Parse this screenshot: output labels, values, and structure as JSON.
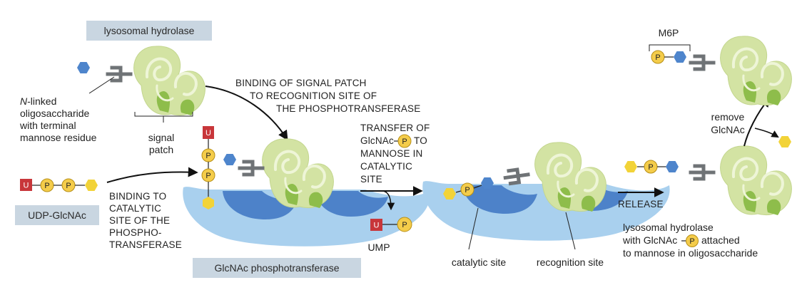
{
  "labels": {
    "hydrolase_box": "lysosomal hydrolase",
    "n_linked_prefix": "N",
    "n_linked_line1_rest": "-linked",
    "n_linked_line2": "oligosaccharide",
    "n_linked_line3": "with terminal",
    "n_linked_line4": "mannose residue",
    "signal_patch_line1": "signal",
    "signal_patch_line2": "patch",
    "udp_glcnac_box": "UDP-GlcNAc",
    "binding_catalytic_line1": "BINDING TO",
    "binding_catalytic_line2": "CATALYTIC",
    "binding_catalytic_line3": "SITE OF THE",
    "binding_catalytic_line4": "PHOSPHO-",
    "binding_catalytic_line5": "TRANSFERASE",
    "phosphotransferase_box": "GlcNAc phosphotransferase",
    "binding_signal_line1": "BINDING OF SIGNAL PATCH",
    "binding_signal_line2": "TO RECOGNITION SITE OF",
    "binding_signal_line3": "THE PHOSPHOTRANSFERASE",
    "transfer_line1": "TRANSFER OF",
    "transfer_line2_pre": "GlcNAc",
    "transfer_line2_post": "TO",
    "transfer_line3": "MANNOSE IN",
    "transfer_line4": "CATALYTIC",
    "transfer_line5": "SITE",
    "ump": "UMP",
    "catalytic_site": "catalytic site",
    "recognition_site": "recognition site",
    "release": "RELEASE",
    "m6p": "M6P",
    "remove_line1": "remove",
    "remove_line2": "GlcNAc",
    "result_line1": "lysosomal hydrolase",
    "result_line2_pre": "with GlcNAc",
    "result_line2_post": "attached",
    "result_line3": "to mannose in oligosaccharide",
    "p": "P",
    "u": "U"
  },
  "colors": {
    "protein_fill": "#d3e3a3",
    "protein_patch": "#8ebd4b",
    "enzyme_light": "#a9d0ee",
    "enzyme_dark": "#4d82c9",
    "mannose_blue": "#4e85cc",
    "glcnac_yellow": "#f2d338",
    "phosphate_yellow": "#f4cc4a",
    "uridine_red": "#c8363a",
    "label_box": "#c9d6e1",
    "oligo_gray": "#6f7376"
  }
}
